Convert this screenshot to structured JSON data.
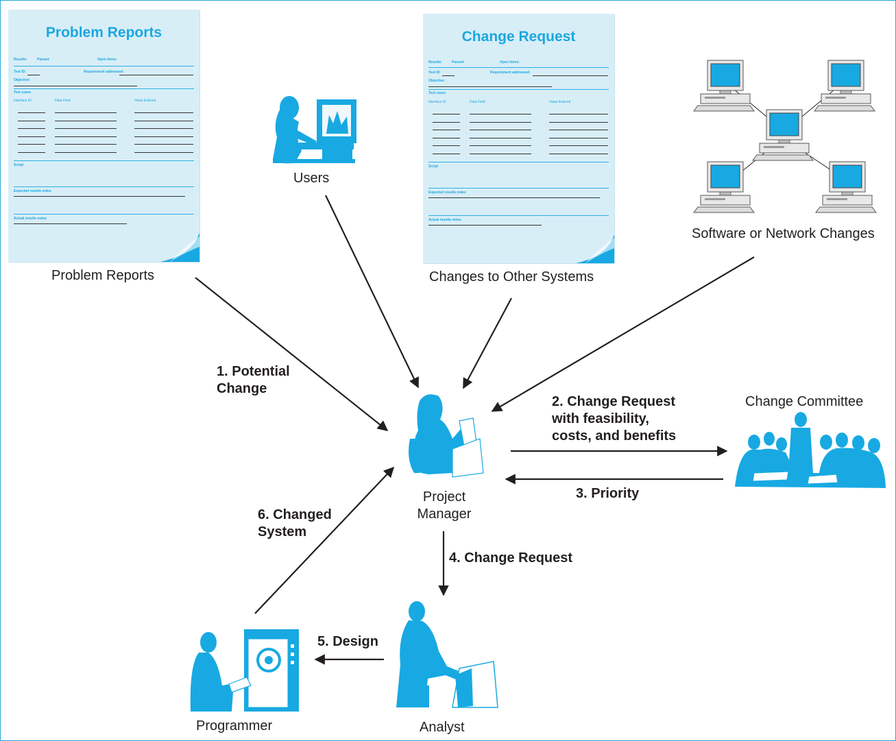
{
  "nodes": {
    "problem_reports_label": "Problem Reports",
    "users_label": "Users",
    "changes_other_label": "Changes to Other Systems",
    "software_network_label": "Software or Network Changes",
    "project_manager_label": "Project\nManager",
    "change_committee_label": "Change Committee",
    "programmer_label": "Programmer",
    "analyst_label": "Analyst"
  },
  "steps": {
    "s1": "1. Potential\nChange",
    "s2": "2. Change Request\nwith feasibility,\ncosts, and benefits",
    "s3": "3. Priority",
    "s4": "4. Change Request",
    "s5": "5. Design",
    "s6": "6. Changed\nSystem"
  },
  "doc_problem": {
    "title": "Problem Reports",
    "results": "Results:",
    "passed": "Passed",
    "open_items": "Open items:",
    "test_id": "Test ID:",
    "requirement": "Requirement addressed:",
    "objective": "Objective:",
    "test_cases": "Test cases",
    "col_interface": "Interface ID",
    "col_field": "Data Field",
    "col_value": "Value Entered",
    "script": "Script",
    "expected": "Expected results notes",
    "actual": "Actual results notes"
  },
  "doc_change": {
    "title": "Change Request",
    "results": "Results:",
    "passed": "Passed",
    "open_items": "Open items:",
    "test_id": "Test ID:",
    "requirement": "Requirement addressed:",
    "objective": "Objective:",
    "test_cases": "Test cases",
    "col_interface": "Interface ID",
    "col_field": "Data Field",
    "col_value": "Value Entered",
    "script": "Script",
    "expected": "Expected results notes",
    "actual": "Actual results notes"
  },
  "colors": {
    "figure": "#18a9e2",
    "doc_bg": "#d8eef7",
    "frame": "#2aa7d8",
    "text": "#231f20"
  }
}
